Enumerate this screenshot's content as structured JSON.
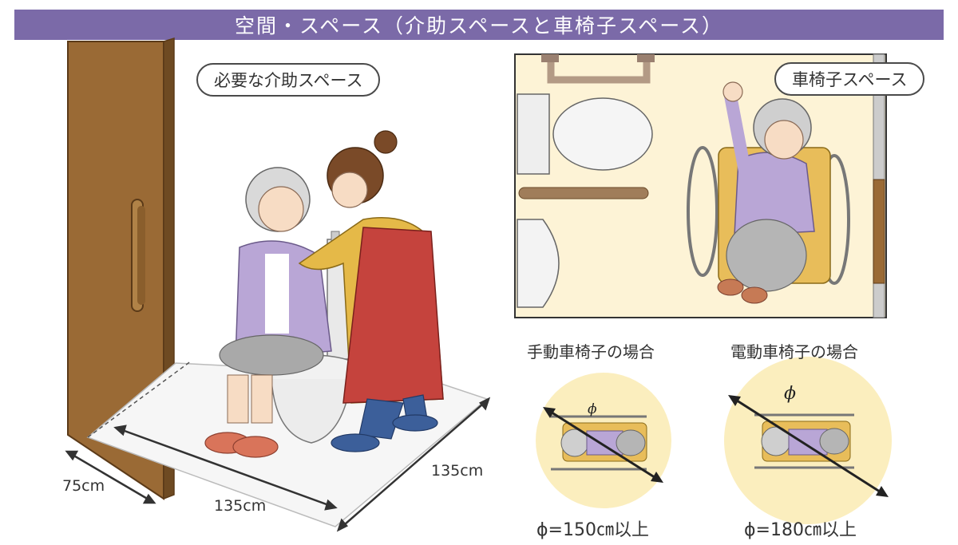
{
  "title": "空間・スペース（介助スペースと車椅子スペース）",
  "left_section": {
    "label": "必要な介助スペース",
    "dim_door": "75cm",
    "dim_front": "135cm",
    "dim_side": "135cm"
  },
  "right_section": {
    "label": "車椅子スペース",
    "manual": {
      "caption": "手動車椅子の場合",
      "symbol": "ϕ",
      "requirement": "ϕ=150㎝以上"
    },
    "electric": {
      "caption": "電動車椅子の場合",
      "symbol": "ϕ",
      "requirement": "ϕ=180㎝以上"
    }
  }
}
